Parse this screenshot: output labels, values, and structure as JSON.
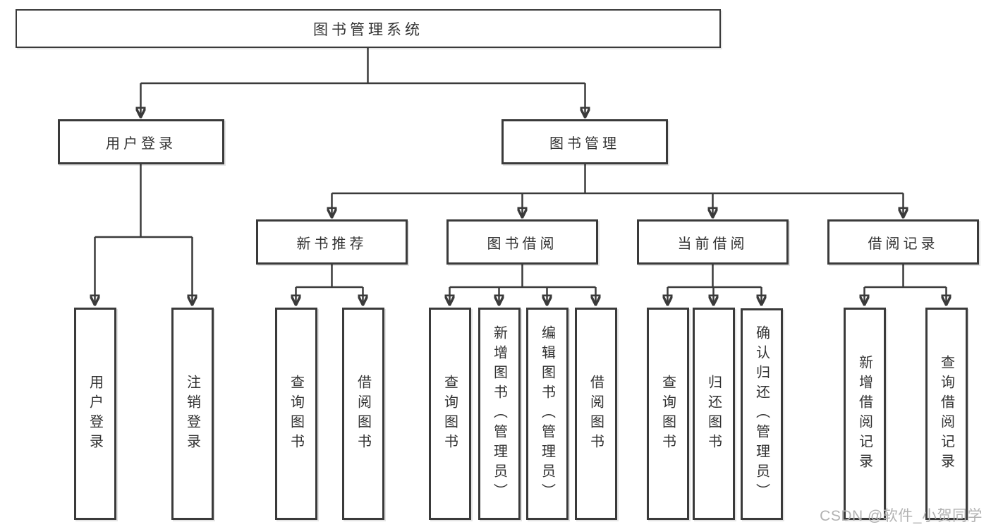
{
  "diagram": {
    "background": "#ffffff",
    "line_color": "#3a3a3a",
    "text_color": "#333333",
    "watermark": {
      "text": "CSDN @软件_小贺同学",
      "color": "#b2b2b2"
    },
    "tree": {
      "root": {
        "label": "图书管理系统"
      },
      "branches": [
        {
          "label": "用户登录",
          "children": [
            {
              "label": "用户登录"
            },
            {
              "label": "注销登录"
            }
          ]
        },
        {
          "label": "图书管理",
          "children": [
            {
              "label": "新书推荐",
              "children": [
                {
                  "label": "查询图书"
                },
                {
                  "label": "借阅图书"
                }
              ]
            },
            {
              "label": "图书借阅",
              "children": [
                {
                  "label": "查询图书"
                },
                {
                  "label": "新增图书（管理员）"
                },
                {
                  "label": "编辑图书（管理员）"
                },
                {
                  "label": "借阅图书"
                }
              ]
            },
            {
              "label": "当前借阅",
              "children": [
                {
                  "label": "查询图书"
                },
                {
                  "label": "归还图书"
                },
                {
                  "label": "确认归还（管理员）"
                }
              ]
            },
            {
              "label": "借阅记录",
              "children": [
                {
                  "label": "新增借阅记录"
                },
                {
                  "label": "查询借阅记录"
                }
              ]
            }
          ]
        }
      ]
    }
  }
}
